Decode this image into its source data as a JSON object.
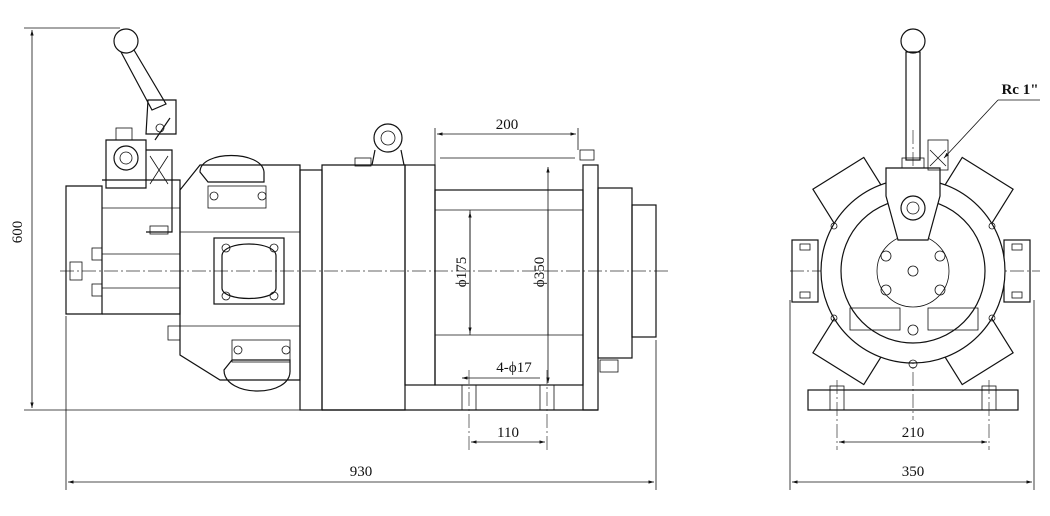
{
  "dimensions": {
    "height_overall": "600",
    "length_overall": "930",
    "width_overall": "350",
    "drum_length": "200",
    "drum_core_dia": "ϕ175",
    "drum_flange_dia": "ϕ350",
    "mount_holes": "4-ϕ17",
    "foot_spacing_side": "110",
    "foot_spacing_end": "210",
    "port_thread": "Rc 1\""
  }
}
